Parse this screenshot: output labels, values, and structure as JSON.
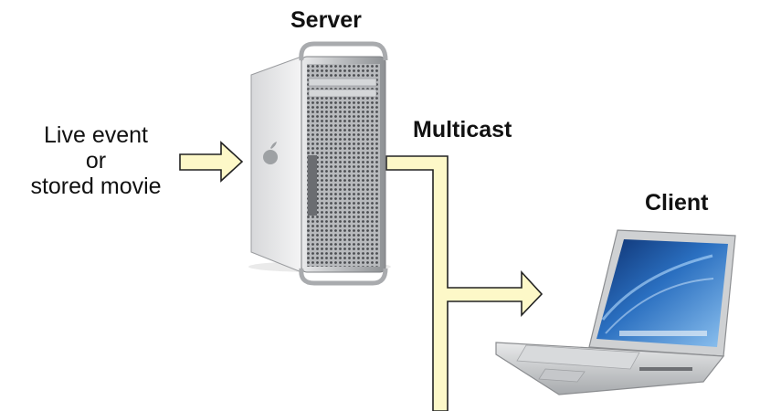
{
  "labels": {
    "server": "Server",
    "multicast": "Multicast",
    "client": "Client",
    "source_line1": "Live event",
    "source_line2": "or",
    "source_line3": "stored movie"
  },
  "colors": {
    "arrow_fill": "#fdf8c8",
    "arrow_stroke": "#222222",
    "server_body": "#c9cbcd",
    "laptop_screen": "#2a6fc0"
  },
  "icons": {
    "server": "tower-server-icon",
    "client": "laptop-icon"
  }
}
